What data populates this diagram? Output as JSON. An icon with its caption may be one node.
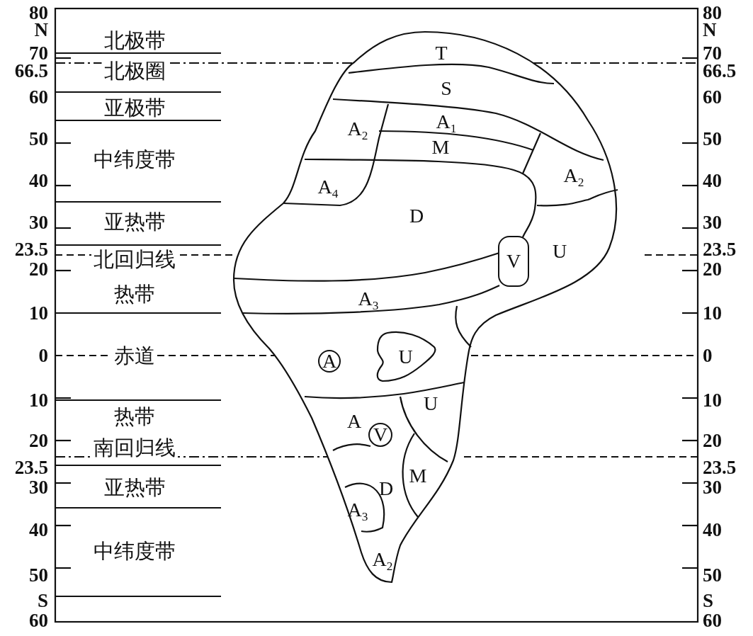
{
  "diagram": {
    "nodes": [
      {
        "text": [
          "V"
        ]
      },
      {
        "text": [
          "U"
        ]
      },
      {
        "text": [
          "A"
        ]
      },
      {
        "text": [
          "V"
        ]
      }
    ],
    "labels": [
      "80",
      "N",
      "70",
      "66.5",
      "60",
      "50",
      "40",
      "30",
      "23.5",
      "20",
      "10",
      "0",
      "10",
      "20",
      "23.5",
      "30",
      "40",
      "50",
      "S",
      "60",
      "北极带",
      "北极圈",
      "亚极带",
      "中纬度带",
      "亚热带",
      "北回归线",
      "热带",
      "赤道",
      "热带",
      "南回归线",
      "亚热带",
      "中纬度带",
      "80",
      "N",
      "70",
      "66.5",
      "60",
      "50",
      "40",
      "30",
      "23.5",
      "20",
      "10",
      "0",
      "10",
      "20",
      "23.5",
      "30",
      "40",
      "50",
      "S",
      "60",
      "T",
      "S",
      "A$_{2}$",
      "A$_{1}$",
      "M",
      "A$_{2}$",
      "A$_{4}$",
      "D",
      "U",
      "A$_{3}$",
      "A",
      "U",
      "M",
      "D",
      "A$_{3}$",
      "A$_{2}$"
    ]
  }
}
